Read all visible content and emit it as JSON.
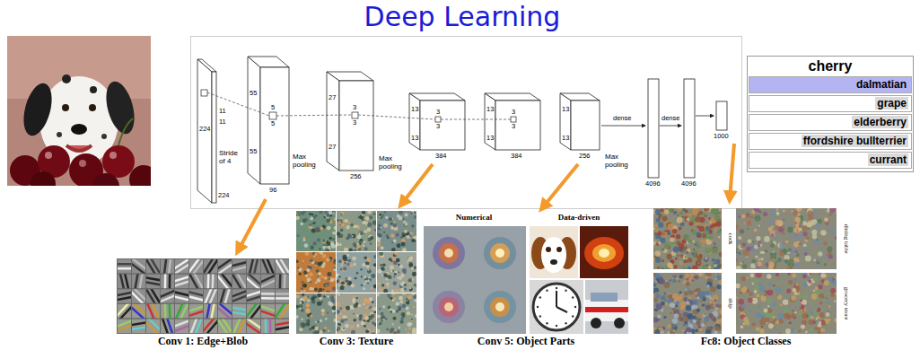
{
  "diagram": {
    "title": "Deep Learning",
    "nodes": [
      {
        "text": [
          "cherry"
        ]
      },
      {
        "text": [
          "dalmatian"
        ],
        "in": 0
      },
      {
        "text": [
          "grape"
        ],
        "in": 0
      },
      {
        "text": [
          "elderberry"
        ],
        "in": 0
      },
      {
        "text": [
          "ffordshire bullterrier"
        ],
        "in": 0
      },
      {
        "text": [
          "currant"
        ],
        "in": 0
      }
    ],
    "labels": [
      "224",
      "224",
      "11",
      "11",
      "Stride of 4",
      "55",
      "55",
      "96",
      "5",
      "5",
      "Max pooling",
      "27",
      "27",
      "256",
      "3",
      "3",
      "Max pooling",
      "13",
      "13",
      "384",
      "3",
      "3",
      "13",
      "13",
      "384",
      "3",
      "3",
      "13",
      "13",
      "256",
      "Max pooling",
      "dense",
      "dense",
      "4096",
      "4096",
      "1000",
      "Conv 1: Edge+Blob",
      "Conv 3: Texture",
      "Numerical",
      "Data-driven",
      "Conv 5: Object Parts",
      "Fc8: Object Classes",
      "cock",
      "dining table",
      "ship",
      "grocery store"
    ]
  }
}
